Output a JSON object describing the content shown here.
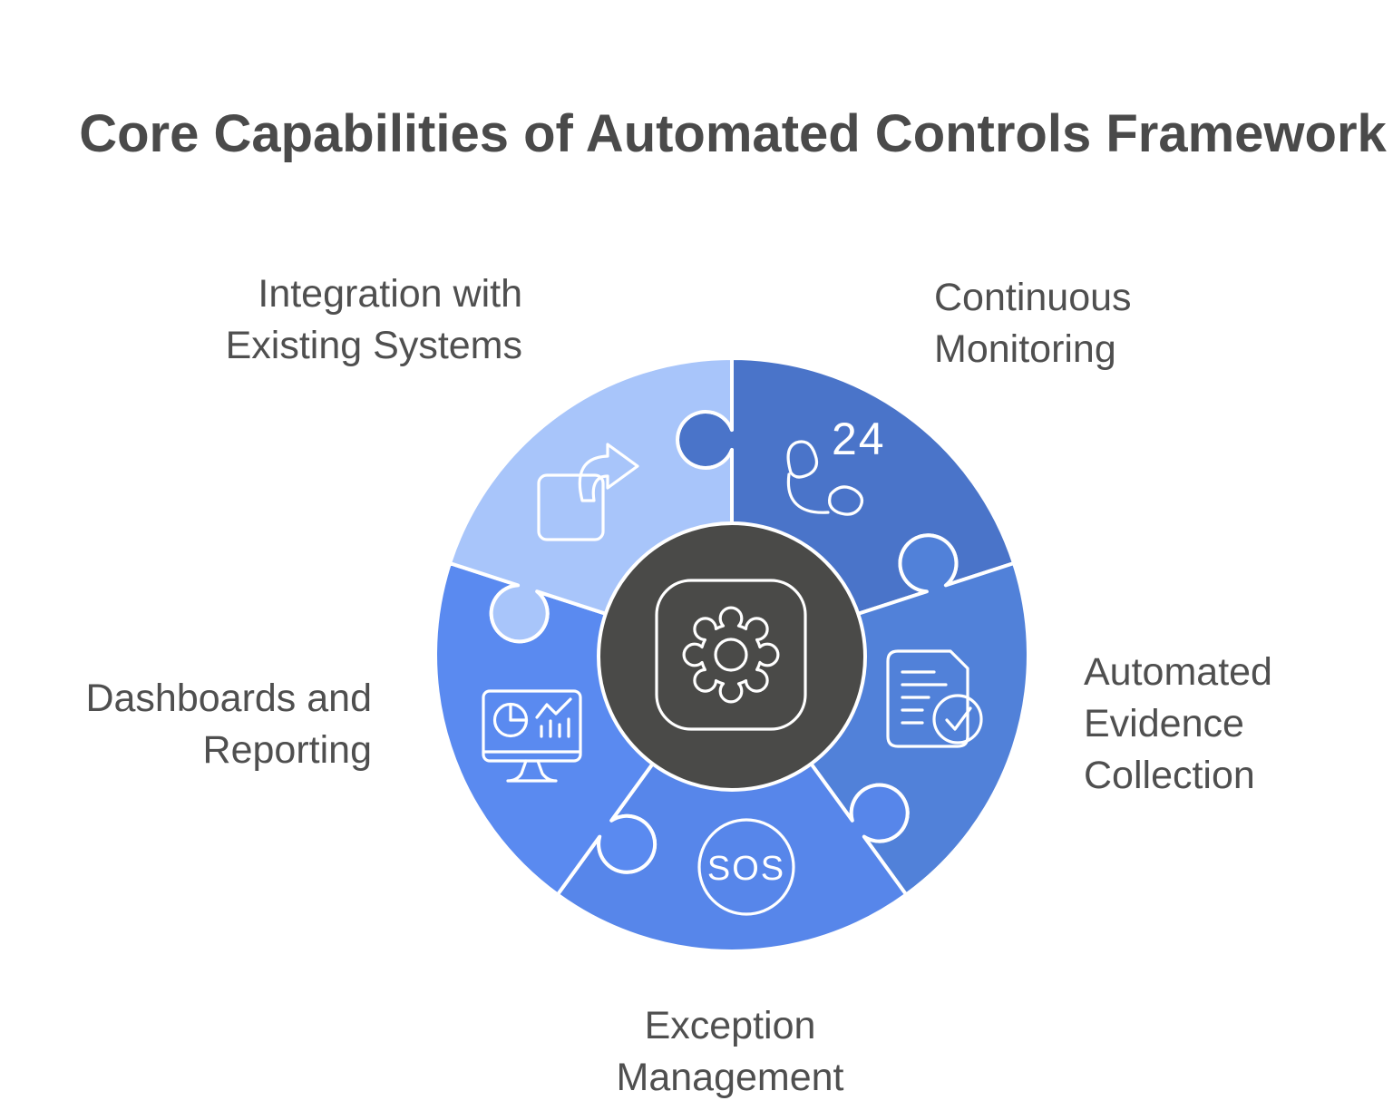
{
  "title": "Core Capabilities of Automated Controls Framework",
  "colors": {
    "background": "#ffffff",
    "title_text": "#4a4a4a",
    "label_text": "#4f4f4f",
    "piece_stroke": "#ffffff",
    "center_fill": "#4a4a48",
    "icon_stroke": "#ffffff"
  },
  "center": {
    "icon": "gear-icon"
  },
  "segments": [
    {
      "id": "continuous-monitoring",
      "label": "Continuous\nMonitoring",
      "color": "#4a74c9",
      "icon": "phone-24-icon",
      "badge": "24"
    },
    {
      "id": "automated-evidence-collection",
      "label": "Automated\nEvidence\nCollection",
      "color": "#5181d9",
      "icon": "document-check-icon"
    },
    {
      "id": "exception-management",
      "label": "Exception\nManagement",
      "color": "#5786ea",
      "icon": "sos-icon",
      "badge": "SOS"
    },
    {
      "id": "dashboards-and-reporting",
      "label": "Dashboards and\nReporting",
      "color": "#5a8af0",
      "icon": "dashboard-monitor-icon"
    },
    {
      "id": "integration-existing-systems",
      "label": "Integration with\nExisting Systems",
      "color": "#a8c5fa",
      "icon": "integration-arrow-icon"
    }
  ]
}
